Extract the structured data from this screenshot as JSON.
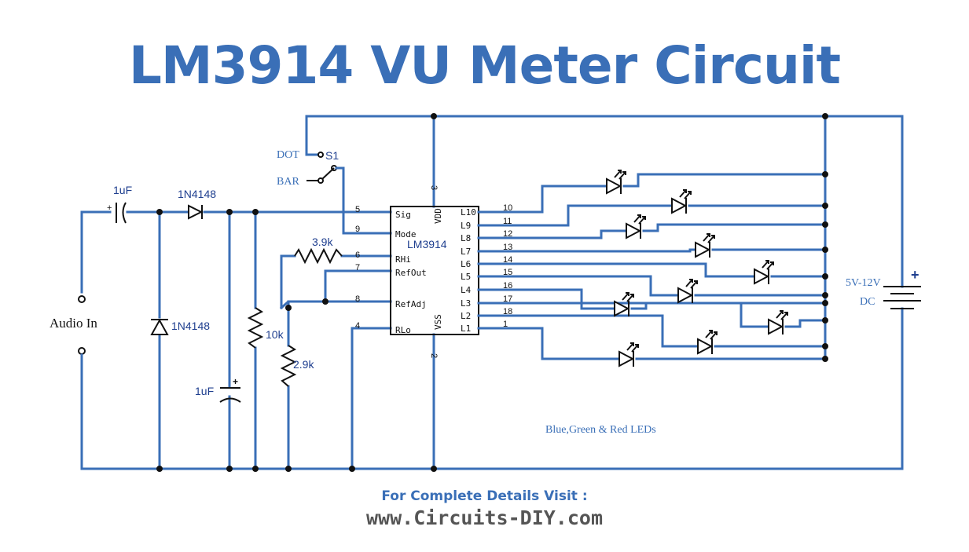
{
  "title": "LM3914 VU Meter Circuit",
  "footer": {
    "line1": "For Complete Details Visit :",
    "line2": "www.Circuits-DIY.com"
  },
  "labels": {
    "dot": "DOT",
    "bar": "BAR",
    "switch": "S1",
    "cap_in": "1uF",
    "diode_series": "1N4148",
    "diode_shunt": "1N4148",
    "cap_filter": "1uF",
    "r_39k": "3.9k",
    "r_10k": "10k",
    "r_29k": "2.9k",
    "audio_in": "Audio In",
    "supply_v": "5V-12V",
    "supply_dc": "DC",
    "battery_plus": "+",
    "leds_note": "Blue,Green & Red LEDs",
    "ic_name": "LM3914"
  },
  "ic": {
    "left_pins": [
      {
        "name": "Sig",
        "num": "5"
      },
      {
        "name": "Mode",
        "num": "9"
      },
      {
        "name": "RHi",
        "num": "6"
      },
      {
        "name": "RefOut",
        "num": "7"
      },
      {
        "name": "RefAdj",
        "num": "8"
      },
      {
        "name": "RLo",
        "num": "4"
      }
    ],
    "right_pins": [
      {
        "name": "L10",
        "num": "10"
      },
      {
        "name": "L9",
        "num": "11"
      },
      {
        "name": "L8",
        "num": "12"
      },
      {
        "name": "L7",
        "num": "13"
      },
      {
        "name": "L6",
        "num": "14"
      },
      {
        "name": "L5",
        "num": "15"
      },
      {
        "name": "L4",
        "num": "16"
      },
      {
        "name": "L3",
        "num": "17"
      },
      {
        "name": "L2",
        "num": "18"
      },
      {
        "name": "L1",
        "num": "1"
      }
    ],
    "vdd": {
      "name": "VDD",
      "num": "3"
    },
    "vss": {
      "name": "VSS",
      "num": "2"
    }
  }
}
